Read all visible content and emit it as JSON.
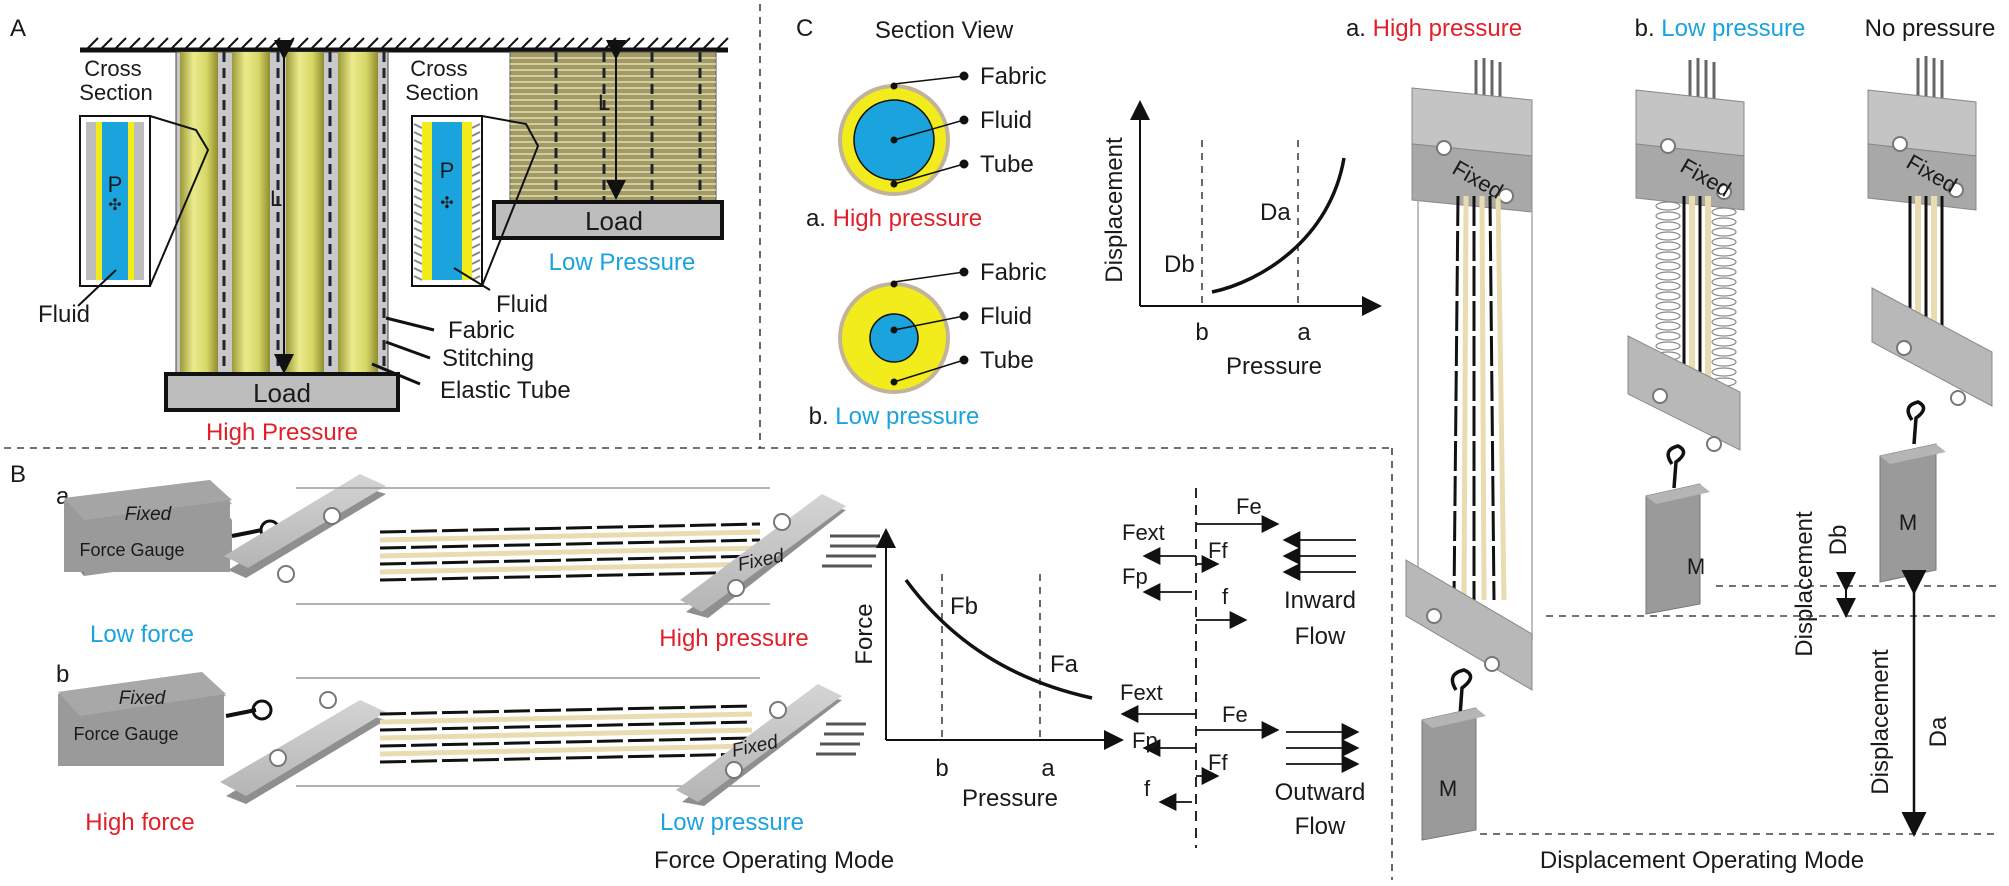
{
  "panels": {
    "a_letter": "A",
    "b_letter": "B",
    "c_letter": "C"
  },
  "panel_a": {
    "cross_section_1": "Cross\nSection",
    "cross_section_2": "Cross\nSection",
    "p_label_1": "P",
    "p_label_2": "P",
    "fluid_1": "Fluid",
    "fluid_2": "Fluid",
    "fabric": "Fabric",
    "stitching": "Stitching",
    "elastic_tube": "Elastic Tube",
    "load_1": "Load",
    "load_2": "Load",
    "length_1": "L",
    "length_2": "L",
    "high_pressure": "High Pressure",
    "low_pressure": "Low Pressure"
  },
  "panel_c": {
    "section_view": "Section View",
    "labels_a": [
      "Fabric",
      "Fluid",
      "Tube"
    ],
    "labels_b": [
      "Fabric",
      "Fluid",
      "Tube"
    ],
    "caption_a_prefix": "a.",
    "caption_a": "High pressure",
    "caption_b_prefix": "b.",
    "caption_b": "Low pressure",
    "graph": {
      "ylabel": "Displacement",
      "xlabel": "Pressure",
      "tick_b": "b",
      "tick_a": "a",
      "point_db": "Db",
      "point_da": "Da"
    }
  },
  "panel_b": {
    "row_a_letter": "a",
    "row_b_letter": "b",
    "fixed_1": "Fixed",
    "gauge_1": "Force Gauge",
    "fixed_2": "Fixed",
    "gauge_2": "Force Gauge",
    "plate_fixed_1": "Fixed",
    "plate_fixed_2": "Fixed",
    "low_force": "Low force",
    "high_pressure": "High pressure",
    "high_force": "High force",
    "low_pressure": "Low pressure",
    "mode": "Force Operating Mode",
    "graph": {
      "ylabel": "Force",
      "xlabel": "Pressure",
      "tick_b": "b",
      "tick_a": "a",
      "point_fb": "Fb",
      "point_fa": "Fa"
    },
    "forces_top": {
      "fe": "Fe",
      "fext": "Fext",
      "ff": "Ff",
      "fp": "Fp",
      "f": "f",
      "flow_1": "Inward",
      "flow_2": "Flow"
    },
    "forces_bottom": {
      "fext": "Fext",
      "fe": "Fe",
      "fp": "Fp",
      "ff": "Ff",
      "f": "f",
      "flow_1": "Outward",
      "flow_2": "Flow"
    }
  },
  "panel_disp": {
    "header_a_prefix": "a.",
    "header_a": "High pressure",
    "header_b_prefix": "b.",
    "header_b": "Low pressure",
    "header_c": "No pressure",
    "fixed_a": "Fixed",
    "fixed_b": "Fixed",
    "fixed_c": "Fixed",
    "mass_a": "M",
    "mass_b": "M",
    "mass_c": "M",
    "disp_db_1": "Displacement",
    "disp_db_2": "Db",
    "disp_da_1": "Displacement",
    "disp_da_2": "Da",
    "mode": "Displacement Operating Mode"
  },
  "colors": {
    "high": "#e0202a",
    "low": "#1aa3dd",
    "tube_yellow": "#f2ec1c",
    "fluid_blue": "#1aa3dd",
    "plate_gray": "#bdbdbd"
  }
}
